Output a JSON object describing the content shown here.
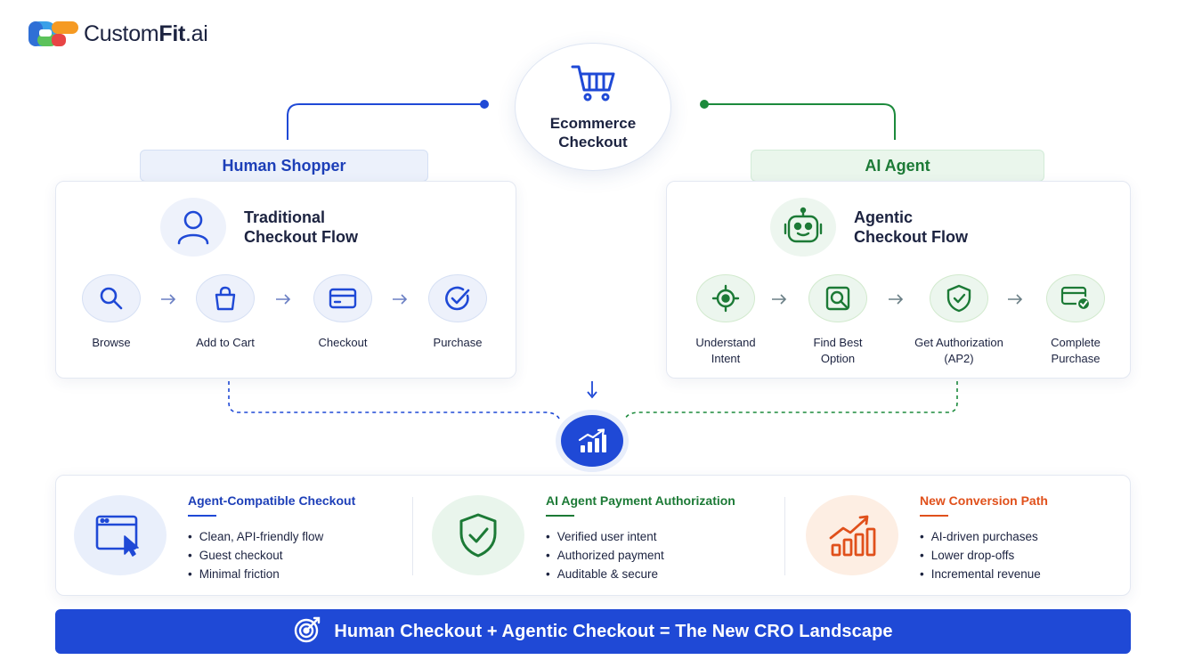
{
  "brand": {
    "name_regular": "Custom",
    "name_bold": "Fit",
    "name_suffix": ".ai"
  },
  "center": {
    "title_line1": "Ecommerce",
    "title_line2": "Checkout",
    "icon": "shopping-cart-icon"
  },
  "human": {
    "pill": "Human Shopper",
    "title_line1": "Traditional",
    "title_line2": "Checkout Flow",
    "icon": "user-icon",
    "steps": [
      {
        "label": "Browse",
        "icon": "search-icon"
      },
      {
        "label": "Add to Cart",
        "icon": "shopping-bag-icon"
      },
      {
        "label": "Checkout",
        "icon": "credit-card-icon"
      },
      {
        "label": "Purchase",
        "icon": "check-circle-icon"
      }
    ]
  },
  "agent": {
    "pill": "AI Agent",
    "title_line1": "Agentic",
    "title_line2": "Checkout Flow",
    "icon": "robot-icon",
    "steps": [
      {
        "label": "Understand\nIntent",
        "icon": "target-icon"
      },
      {
        "label": "Find Best\nOption",
        "icon": "search-square-icon"
      },
      {
        "label": "Get Authorization\n(AP2)",
        "icon": "shield-check-icon"
      },
      {
        "label": "Complete\nPurchase",
        "icon": "card-check-icon"
      }
    ]
  },
  "hub": {
    "icon": "growth-chart-icon"
  },
  "benefits": [
    {
      "title": "Agent-Compatible Checkout",
      "color": "#1d3fb8",
      "icon": "browser-cursor-icon",
      "items": [
        "Clean, API-friendly flow",
        "Guest checkout",
        "Minimal friction"
      ]
    },
    {
      "title": "AI Agent Payment Authorization",
      "color": "#1c7a36",
      "icon": "shield-check-icon",
      "items": [
        "Verified user intent",
        "Authorized payment",
        "Auditable & secure"
      ]
    },
    {
      "title": "New Conversion Path",
      "color": "#e0501b",
      "icon": "bar-chart-growth-icon",
      "items": [
        "AI-driven purchases",
        "Lower drop-offs",
        "Incremental revenue"
      ]
    }
  ],
  "banner": {
    "text": "Human Checkout + Agentic Checkout = The New CRO Landscape",
    "icon": "target-arrow-icon"
  },
  "colors": {
    "blue": "#1f49d6",
    "green": "#1c7a36",
    "orange": "#e0501b"
  }
}
